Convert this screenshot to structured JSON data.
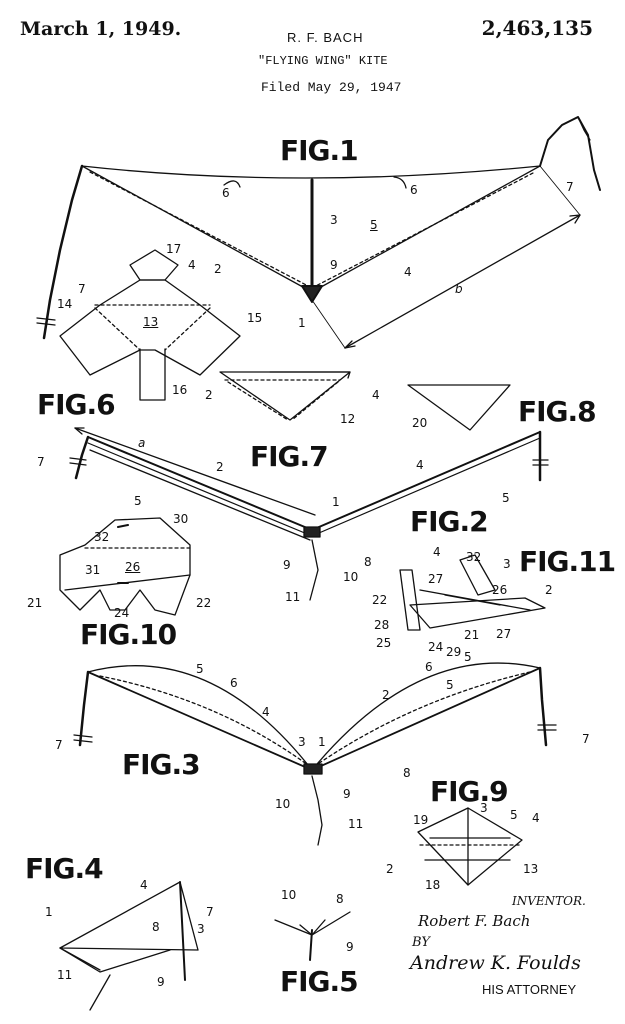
{
  "header": {
    "date": "March 1, 1949.",
    "inventor": "R. F. BACH",
    "patent_number": "2,463,135",
    "title": "\"FLYING WING\" KITE",
    "filed": "Filed May 29, 1947"
  },
  "figures": {
    "fig1": "FIG.1",
    "fig2": "FIG.2",
    "fig3": "FIG.3",
    "fig4": "FIG.4",
    "fig5": "FIG.5",
    "fig6": "FIG.6",
    "fig7": "FIG.7",
    "fig8": "FIG.8",
    "fig9": "FIG.9",
    "fig10": "FIG.10",
    "fig11": "FIG.11"
  },
  "labels": {
    "fig1": [
      "6",
      "6",
      "3",
      "5",
      "7",
      "2",
      "4",
      "9",
      "1",
      "b",
      "7",
      "17",
      "4",
      "14",
      "13",
      "15",
      "16"
    ],
    "fig7": [
      "2",
      "4",
      "12"
    ],
    "fig8": [
      "20"
    ],
    "fig6_2": [
      "a",
      "7",
      "2",
      "4",
      "5",
      "5",
      "1",
      "9",
      "8",
      "10",
      "11"
    ],
    "fig10": [
      "30",
      "32",
      "31",
      "26",
      "21",
      "22",
      "24"
    ],
    "fig11": [
      "4",
      "32",
      "3",
      "27",
      "26",
      "22",
      "2",
      "28",
      "25",
      "24",
      "21",
      "27",
      "29",
      "5"
    ],
    "fig3": [
      "5",
      "6",
      "2",
      "4",
      "6",
      "5",
      "7",
      "7",
      "3",
      "1",
      "8",
      "10",
      "9",
      "11"
    ],
    "fig9": [
      "19",
      "3",
      "5",
      "4",
      "2",
      "13",
      "18"
    ],
    "fig4": [
      "4",
      "1",
      "8",
      "7",
      "3",
      "11",
      "9"
    ],
    "fig5": [
      "10",
      "8",
      "9"
    ]
  },
  "footer": {
    "inventor_label": "INVENTOR.",
    "inventor_signature": "Robert F. Bach",
    "by": "BY",
    "attorney_signature": "Andrew K. Foulds",
    "attorney_label": "HIS ATTORNEY"
  }
}
